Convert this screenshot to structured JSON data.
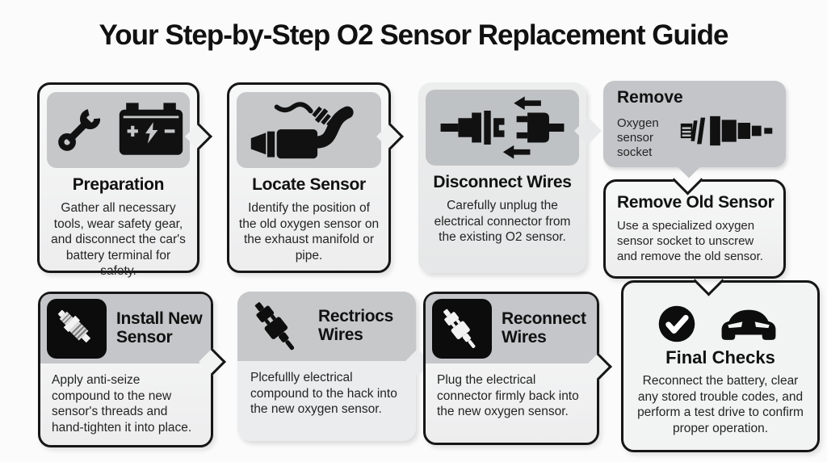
{
  "page": {
    "title": "Your Step-by-Step O2 Sensor Replacement Guide"
  },
  "colors": {
    "background": "#fbfbfb",
    "card_border": "#161616",
    "card_fill": "#f4f5f5",
    "gray_panel": "#c5c7c9",
    "icon_black": "#111111"
  },
  "steps": [
    {
      "id": 1,
      "title": "Preparation",
      "description": "Gather all necessary tools, wear safety gear, and disconnect the car's battery terminal for safety.",
      "icons": [
        "wrench-icon",
        "car-battery-icon"
      ]
    },
    {
      "id": 2,
      "title": "Locate Sensor",
      "description": "Identify the position of the old oxygen sensor on the exhaust manifold or pipe.",
      "icons": [
        "exhaust-pipe-sensor-icon"
      ]
    },
    {
      "id": 3,
      "title": "Disconnect Wires",
      "description": "Carefully unplug the electrical connector from the existing O2 sensor.",
      "icons": [
        "unplug-connectors-icon"
      ]
    },
    {
      "id": 4,
      "callout": {
        "heading": "Remove",
        "note": "Oxygen sensor socket",
        "icon": "oxygen-sensor-socket-icon"
      },
      "title": "Remove Old Sensor",
      "description": "Use a specialized oxygen sensor socket to unscrew and remove the old sensor."
    },
    {
      "id": 5,
      "title": "Install New Sensor",
      "description": "Apply anti-seize compound to the new sensor's threads and hand-tighten it into place.",
      "icons": [
        "spark-plug-icon"
      ]
    },
    {
      "id": 6,
      "title": "Rectriocs Wires",
      "description": "Plcefullly electrical compound to the hack into the new oxygen sensor.",
      "icons": [
        "plug-connector-icon"
      ]
    },
    {
      "id": 7,
      "title": "Reconnect Wires",
      "description": "Plug the electrical connector firmly back into the new oxygen sensor.",
      "icons": [
        "plug-connector-icon"
      ]
    },
    {
      "id": 8,
      "title": "Final Checks",
      "description": "Reconnect the battery, clear any stored trouble codes, and perform a test drive to confirm proper operation.",
      "icons": [
        "check-circle-icon",
        "car-icon"
      ]
    }
  ]
}
